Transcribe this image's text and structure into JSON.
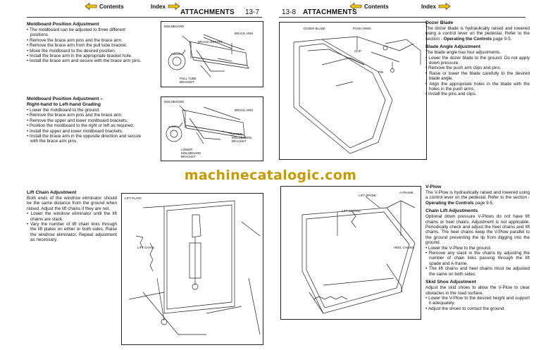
{
  "nav": {
    "contents_label": "Contents",
    "index_label": "Index"
  },
  "left_page": {
    "section_title": "ATTACHMENTS",
    "page_number": "13-7",
    "moldboard": {
      "heading": "Moldboard Position Adjustment",
      "items": [
        "The moldboard can be adjusted to three different positions.",
        "Remove the brace arm pins and the brace arm.",
        "Remove the brace arm from the pull tube bracket.",
        "Move the moldboard to the desired position.",
        "Install the brace arm in the appropriate bracket hole.",
        "Install the brace arm and secure with the brace arm pins."
      ],
      "figure_labels": {
        "moldboard": "MOLDBOARD",
        "brace_arm": "BRACE ARM",
        "brace_arm_pin": "BRACE ARM PIN",
        "pull_tube_bracket_1": "PULL TUBE",
        "pull_tube_bracket_2": "BRACKET"
      }
    },
    "grading": {
      "heading_1": "Moldboard Position Adjustment –",
      "heading_2": "Right-hand to Left-hand Grading",
      "items": [
        "Lower the moldboard to the ground.",
        "Remove the brace arm pins and the brace arm.",
        "Remove the upper and lower moldboard brackets.",
        "Position the moldboard to the right or left as required.",
        "Install the upper and lower moldboard brackets.",
        "Install the brace arm in the opposite direction and secure with the brace arm pins."
      ],
      "figure_labels": {
        "moldboard": "MOLDBOARD",
        "brace_arm": "BRACE ARM",
        "upper_1": "UPPER",
        "upper_2": "MOLDBOARD",
        "upper_3": "BRACKET",
        "lower_1": "LOWER",
        "lower_2": "MOLDBOARD",
        "lower_3": "BRACKET"
      }
    },
    "lift_chain": {
      "heading": "Lift Chain Adjustment",
      "body": "Both ends of the windrow eliminator should be the same distance from the ground when raised. Adjust the lift chains if they are not.",
      "items": [
        "Lower the windrow eliminator until the lift chains are slack.",
        "Vary the number of lift chain links through the lift plates on either or both sides. Raise the windrow eliminator. Repeat adjustment as necessary."
      ],
      "figure_labels": {
        "lift_plate": "LIFT PLATE",
        "lift_chain": "LIFT CHAIN"
      }
    }
  },
  "right_page": {
    "section_title": "ATTACHMENTS",
    "page_number": "13-8",
    "dozer": {
      "heading": "Dozer Blade",
      "body_1": "The dozer blade is hydraulically raised and lowered using a control lever on the pedestal. Refer to the section - ",
      "body_bold": "Operating the Controls",
      "body_2": " page 9-5.",
      "sub_heading": "Blade Angle Adjustment",
      "sub_body": "The blade angle has four adjustments.",
      "items": [
        "Lower the dozer blade to the ground. Do not apply down pressure.",
        "Remove the push arm clips and pins.",
        "Raise or lower the blade carefully to the desired blade angle.",
        "Align the appropriate holes in the blade with the holes in the push arms.",
        "Install the pins and clips."
      ],
      "figure_labels": {
        "dozer_blade": "DOZER BLADE",
        "push_arms": "PUSH ARMS",
        "clip": "CLIP",
        "pin": "PIN"
      }
    },
    "vplow": {
      "heading": "V-Plow",
      "body_1": "The V-Plow is hydraulically raised and lowered using a control lever on the pedestal. Refer to the section - ",
      "body_bold": "Operating the Controls",
      "body_2": " page 9-5.",
      "chain_heading": "Chain Lift Adjustments",
      "chain_body": "Optional down pressure V-Plows do not have lift chains or heel chains. Adjustment is not applicable. Periodically check and adjust the heel chains and lift chains. The heel chains keep the V-Plow parallel to the ground preventing the lip from digging into the ground.",
      "chain_items": [
        "Lower the V-Plow to the ground.",
        "Remove any slack in the chains by adjusting the number of chain links passing through the lift spade and A-frame.",
        "The lift chains and heel chains must be adjusted the same on both sides."
      ],
      "skid_heading": "Skid Shoe Adjustment",
      "skid_body": "Adjust the skid shoes to allow the V-Plow to clear obstacles in the road surface.",
      "skid_items": [
        "Lower the V-Plow to the desired height and support it adequately.",
        "Adjust the shoes to contact the ground."
      ],
      "figure_labels": {
        "lift_spade": "LIFT SPADE",
        "a_frame": "A-FRAME",
        "lift_chains": "LIFT CHAINS",
        "heel_chains": "HEEL CHAINS"
      }
    }
  },
  "watermark": "machinecatalogic.com",
  "colors": {
    "arrow_fill": "#f5c400",
    "watermark": "#c79b00"
  }
}
